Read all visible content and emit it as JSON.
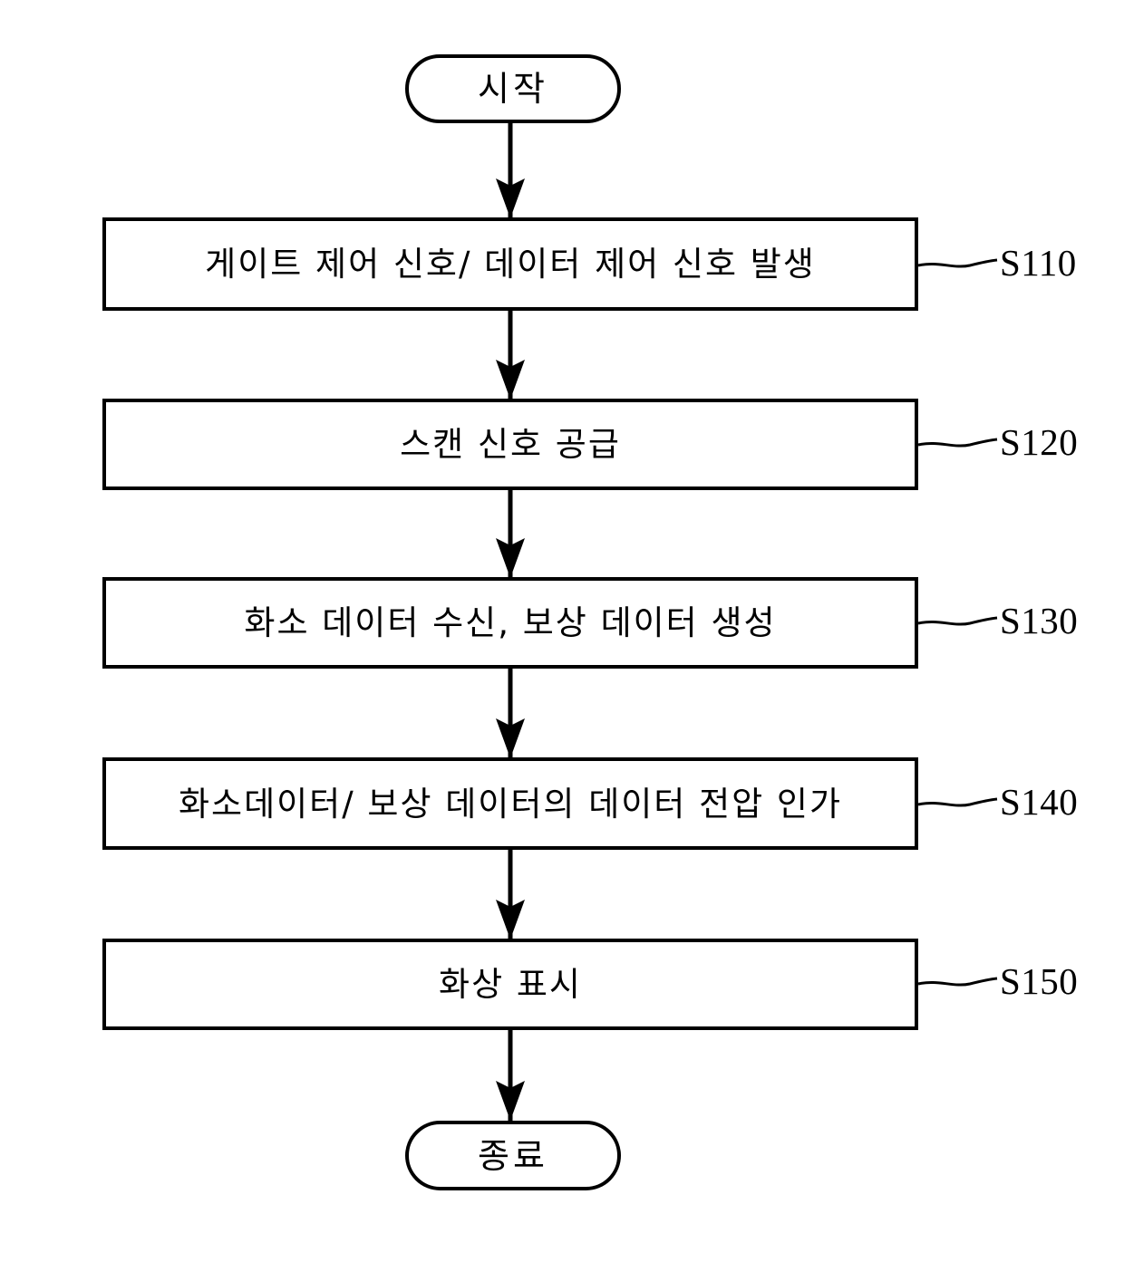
{
  "figure": {
    "type": "flowchart",
    "orientation": "vertical",
    "language": "ko",
    "line_color": "#000000",
    "background_color": "#ffffff"
  },
  "nodes": {
    "start": {
      "label": "시작",
      "shape": "terminator"
    },
    "end": {
      "label": "종료",
      "shape": "terminator"
    },
    "steps": [
      {
        "label": "게이트 제어 신호/ 데이터 제어 신호 발생",
        "ref": "S110",
        "shape": "process"
      },
      {
        "label": "스캔 신호 공급",
        "ref": "S120",
        "shape": "process"
      },
      {
        "label": "화소 데이터 수신, 보상 데이터 생성",
        "ref": "S130",
        "shape": "process"
      },
      {
        "label": "화소데이터/ 보상 데이터의 데이터 전압 인가",
        "ref": "S140",
        "shape": "process"
      },
      {
        "label": "화상 표시",
        "ref": "S150",
        "shape": "process"
      }
    ]
  },
  "connectors": {
    "arrow_style": "filled-triangle",
    "count": 6
  }
}
